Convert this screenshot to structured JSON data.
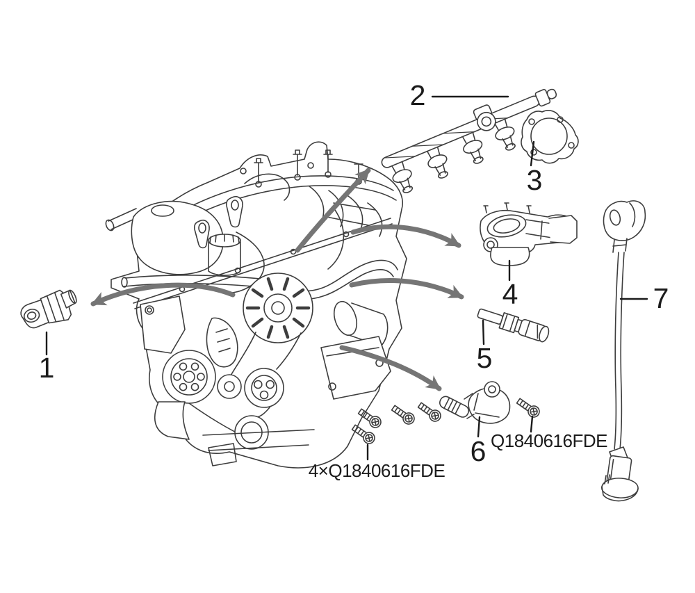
{
  "diagram": {
    "kind": "engine-sensor-parts-exploded-diagram",
    "background": "#ffffff",
    "line_color": "#3d3d3d",
    "arrow_color": "#757575",
    "text_color": "#1b1b1b"
  },
  "callouts": [
    {
      "number": "1",
      "part": "oil-pressure-switch"
    },
    {
      "number": "2",
      "part": "fuel-rail-with-injectors"
    },
    {
      "number": "3",
      "part": "throttle-body-gasket"
    },
    {
      "number": "4",
      "part": "throttle-body"
    },
    {
      "number": "5",
      "part": "coolant-temperature-sensor"
    },
    {
      "number": "6",
      "part": "camshaft-position-sensor"
    },
    {
      "number": "7",
      "part": "oxygen-sensor-with-cable"
    }
  ],
  "part_codes": {
    "single_bolt": "Q1840616FDE",
    "bolt_set": "4×Q1840616FDE"
  }
}
